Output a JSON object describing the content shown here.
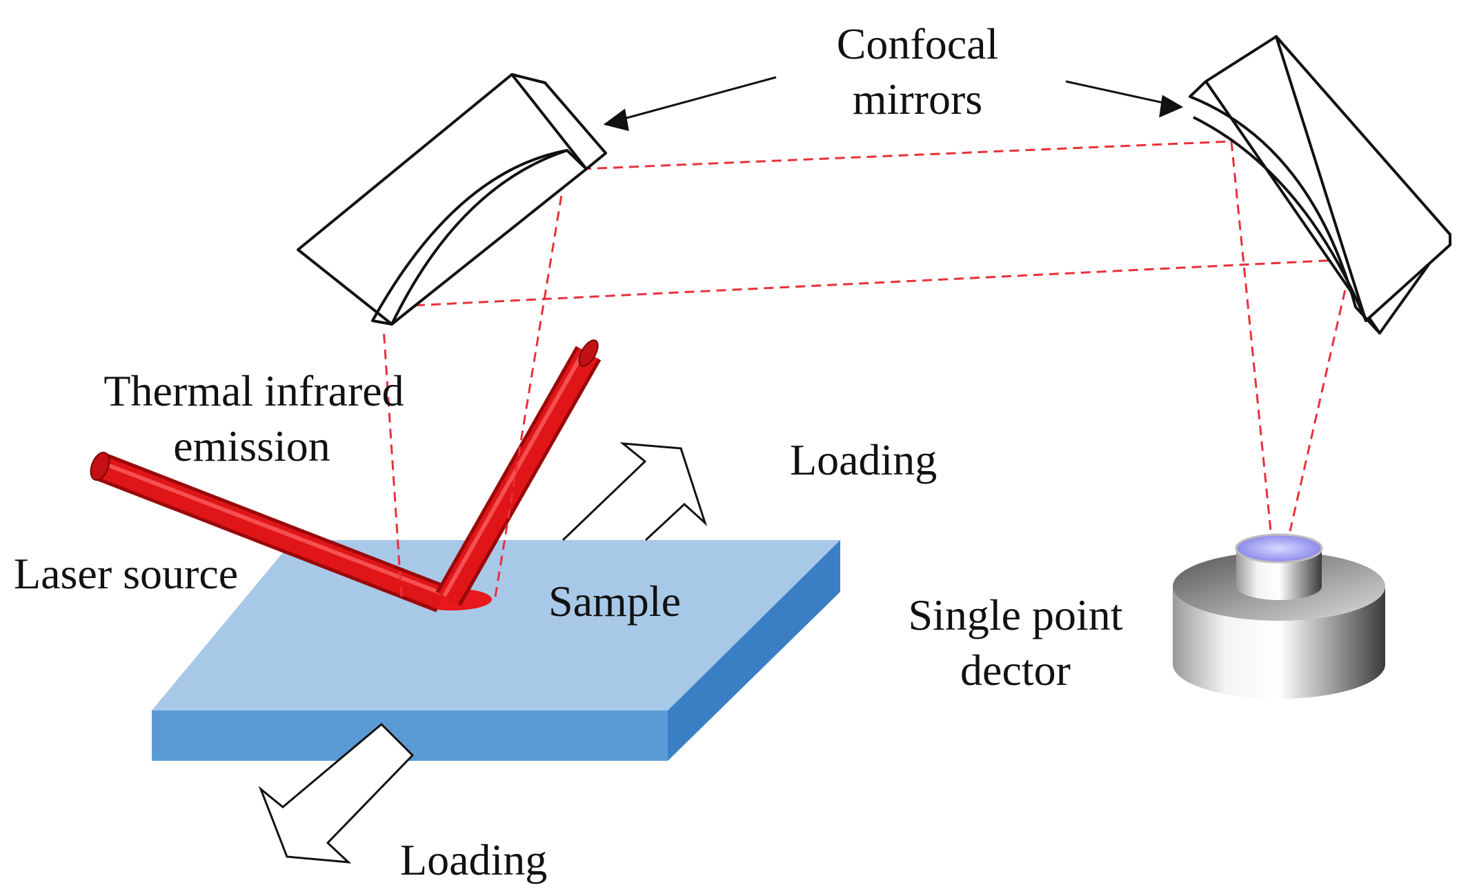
{
  "labels": {
    "confocal_mirrors_line1": "Confocal",
    "confocal_mirrors_line2": "mirrors",
    "thermal_line1": "Thermal infrared",
    "thermal_line2": "emission",
    "loading_top": "Loading",
    "loading_bottom": "Loading",
    "laser_source": "Laser source",
    "sample": "Sample",
    "detector_line1": "Single point",
    "detector_line2": "dector"
  },
  "colors": {
    "laser": "#e8181c",
    "beam_path": "#e8303a",
    "sample_top": "#a8c8e8",
    "sample_front": "#5b9bd5",
    "sample_side": "#3a7fc4",
    "detector_window": "#8e8ef0"
  }
}
